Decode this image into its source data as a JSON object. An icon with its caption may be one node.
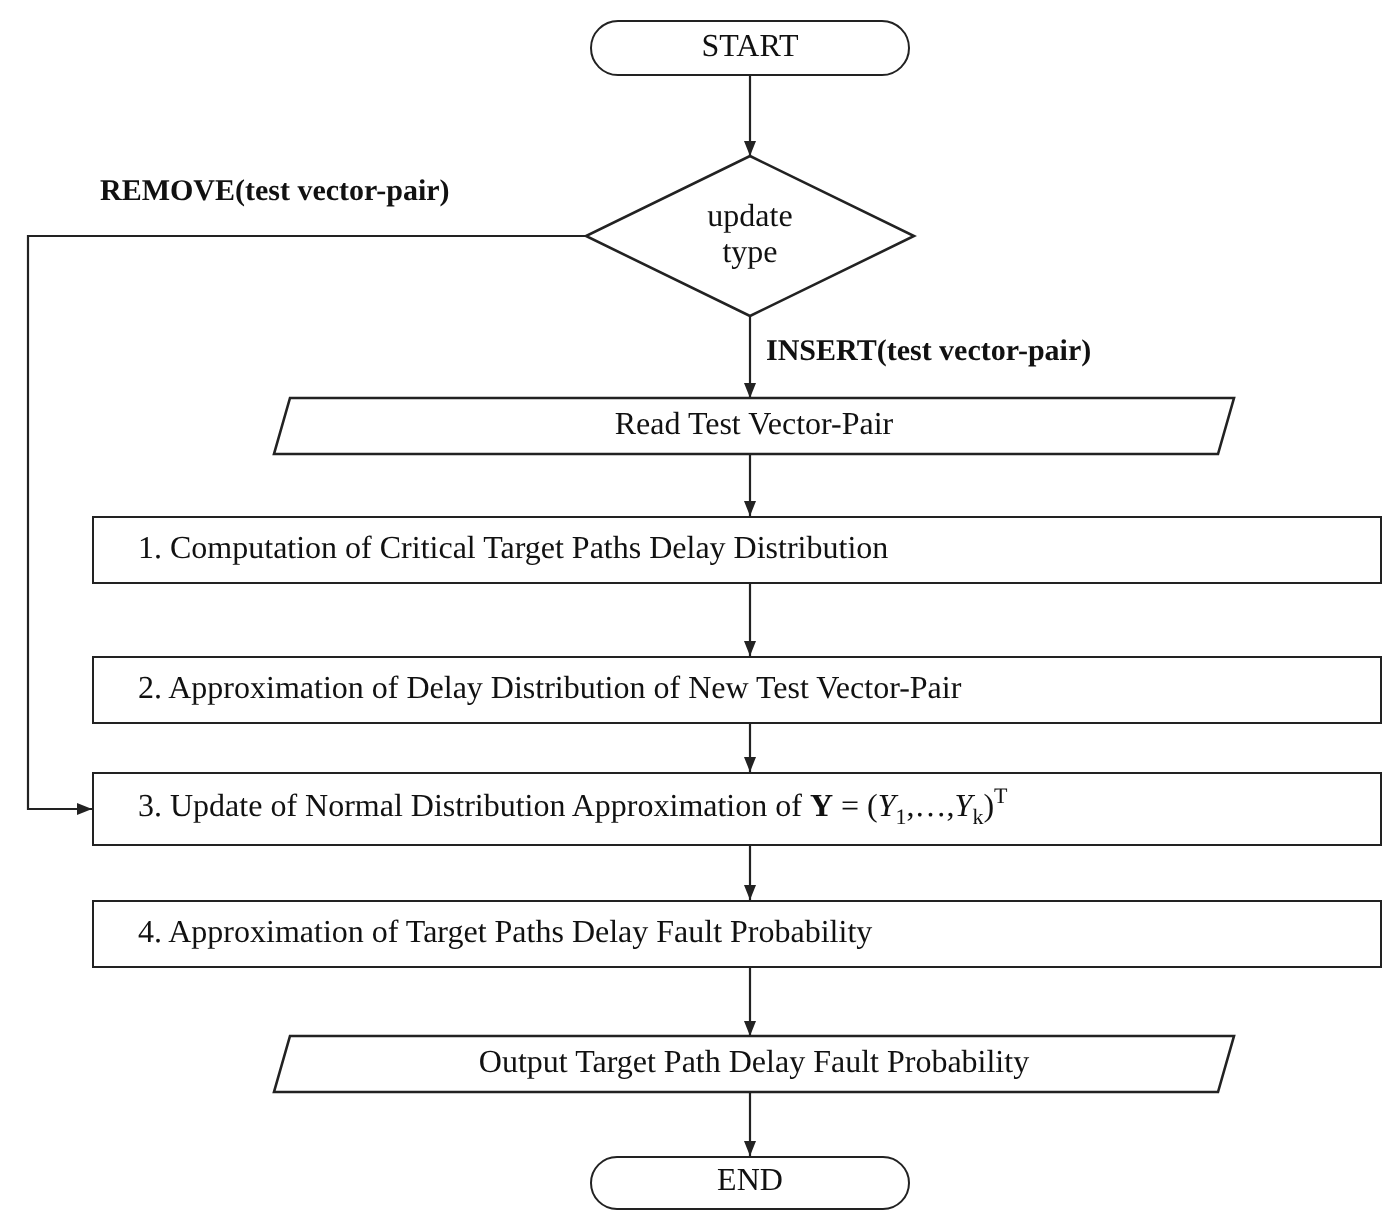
{
  "diagram": {
    "nodes": [
      {
        "text": [
          "START"
        ]
      },
      {
        "text": [
          "update type"
        ]
      },
      {
        "text": [
          "Read Test Vector-Pair"
        ]
      },
      {
        "text": [
          "1. Computation of Critical Target Paths Delay Distribution"
        ]
      },
      {
        "text": [
          "2. Approximation of Delay Distribution of New Test Vector-Pair"
        ]
      },
      {
        "text": [
          "3. Update of Normal Distribution Approximation of **Y** = (*Y*$_{1}$,…,*Y*$_{k}$)$^{T}$"
        ]
      },
      {
        "text": [
          "4. Approximation of Target Paths Delay Fault Probability"
        ]
      },
      {
        "text": [
          "Output Target Path Delay Fault Probability"
        ]
      },
      {
        "text": [
          "END"
        ]
      }
    ],
    "edges": [
      {
        "from": 0,
        "to": 1,
        "arrow": "to"
      },
      {
        "from": 1,
        "to": 2,
        "arrow": "to",
        "label": "INSERT(test vector-pair)"
      },
      {
        "from": 1,
        "to": 5,
        "arrow": "to",
        "label": "REMOVE(test vector-pair)"
      },
      {
        "from": 2,
        "to": 3,
        "arrow": "to"
      },
      {
        "from": 3,
        "to": 4,
        "arrow": "to"
      },
      {
        "from": 4,
        "to": 5,
        "arrow": "to"
      },
      {
        "from": 5,
        "to": 6,
        "arrow": "to"
      },
      {
        "from": 6,
        "to": 7,
        "arrow": "to"
      },
      {
        "from": 7,
        "to": 8,
        "arrow": "to"
      }
    ]
  }
}
